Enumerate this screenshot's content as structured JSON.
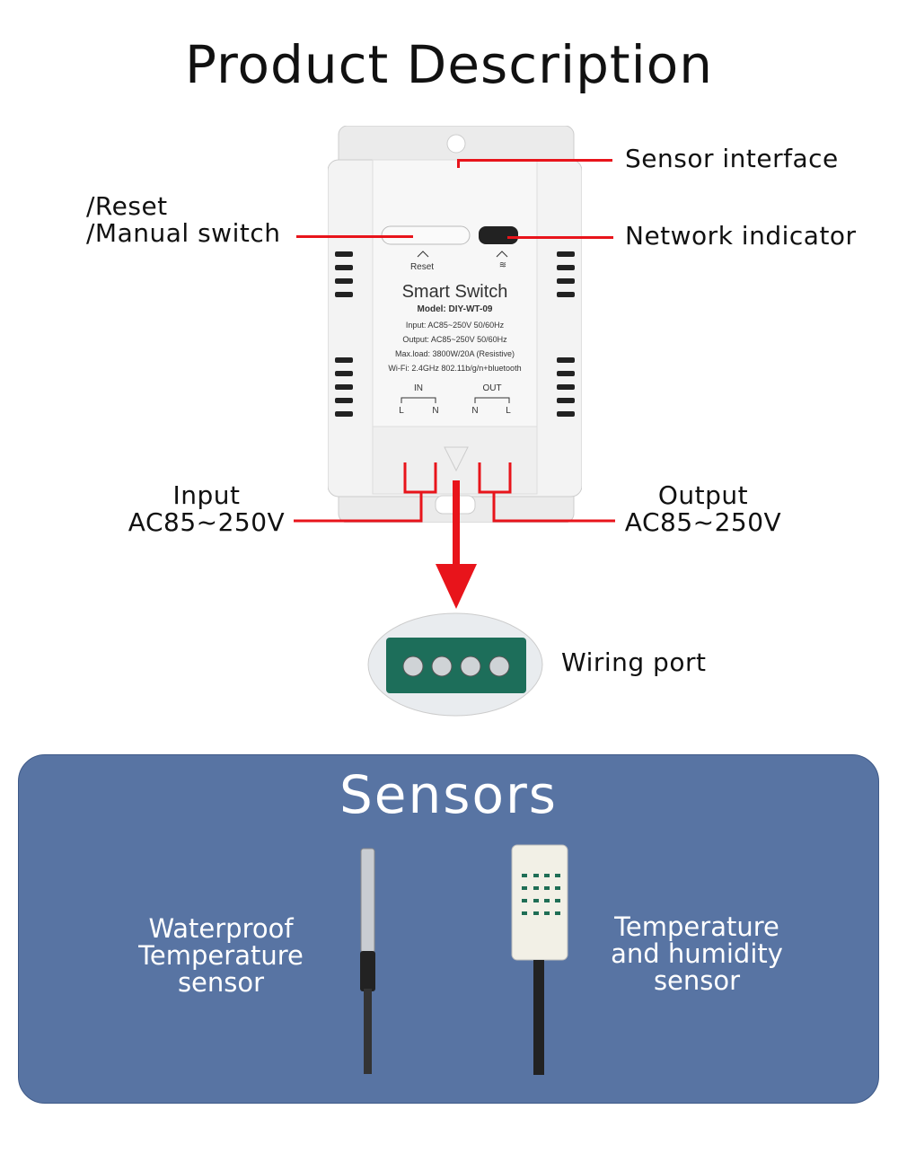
{
  "title": "Product Description",
  "labels": {
    "sensor_interface": "Sensor interface",
    "network_indicator": "Network indicator",
    "reset_line1": "/Reset",
    "reset_line2": "/Manual switch",
    "input_line1": "Input",
    "input_line2": "AC85~250V",
    "output_line1": "Output",
    "output_line2": "AC85~250V",
    "wiring_port": "Wiring port"
  },
  "device": {
    "reset": "Reset",
    "name": "Smart Switch",
    "model": "Model: DIY-WT-09",
    "input": "Input: AC85~250V 50/60Hz",
    "output": "Output: AC85~250V 50/60Hz",
    "maxload": "Max.load: 3800W/20A (Resistive)",
    "wifi": "Wi-Fi: 2.4GHz 802.11b/g/n+bluetooth",
    "in": "IN",
    "out": "OUT",
    "in_l": "L",
    "in_n": "N",
    "out_n": "N",
    "out_l": "L"
  },
  "sensors": {
    "title": "Sensors",
    "waterproof": [
      "Waterproof",
      "Temperature",
      "sensor"
    ],
    "humidity": [
      "Temperature",
      "and humidity",
      "sensor"
    ]
  },
  "colors": {
    "accent": "#e8141b",
    "panel": "#5874a3"
  }
}
